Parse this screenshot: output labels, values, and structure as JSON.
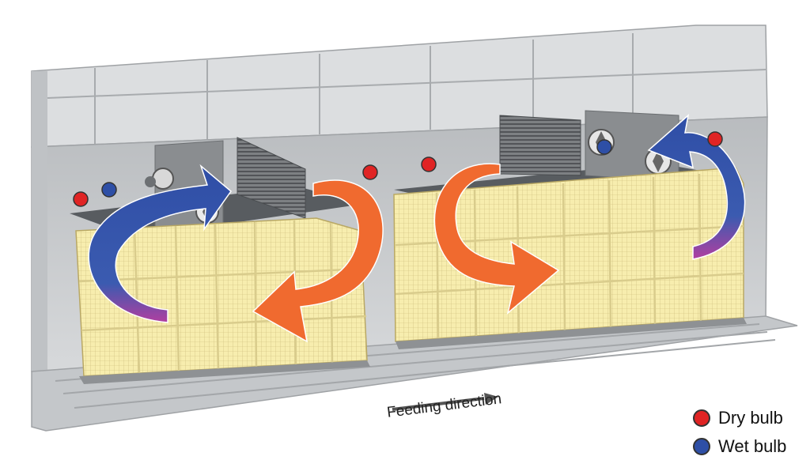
{
  "labels": {
    "feeding_direction": "Feeding direction"
  },
  "legend": [
    {
      "label": "Dry bulb",
      "color": "#e02424"
    },
    {
      "label": "Wet bulb",
      "color": "#2e4fa6"
    }
  ],
  "colors": {
    "warm_airflow": "#f26a2e",
    "cool_airflow": "#2f53a8",
    "tobacco": "#f6eaa5",
    "chamber": "#c9cbcd"
  },
  "icons": [
    "dry-bulb-sensor-icon",
    "wet-bulb-sensor-icon",
    "fan-icon",
    "heat-exchanger-grille-icon",
    "airflow-arrow-icon"
  ]
}
